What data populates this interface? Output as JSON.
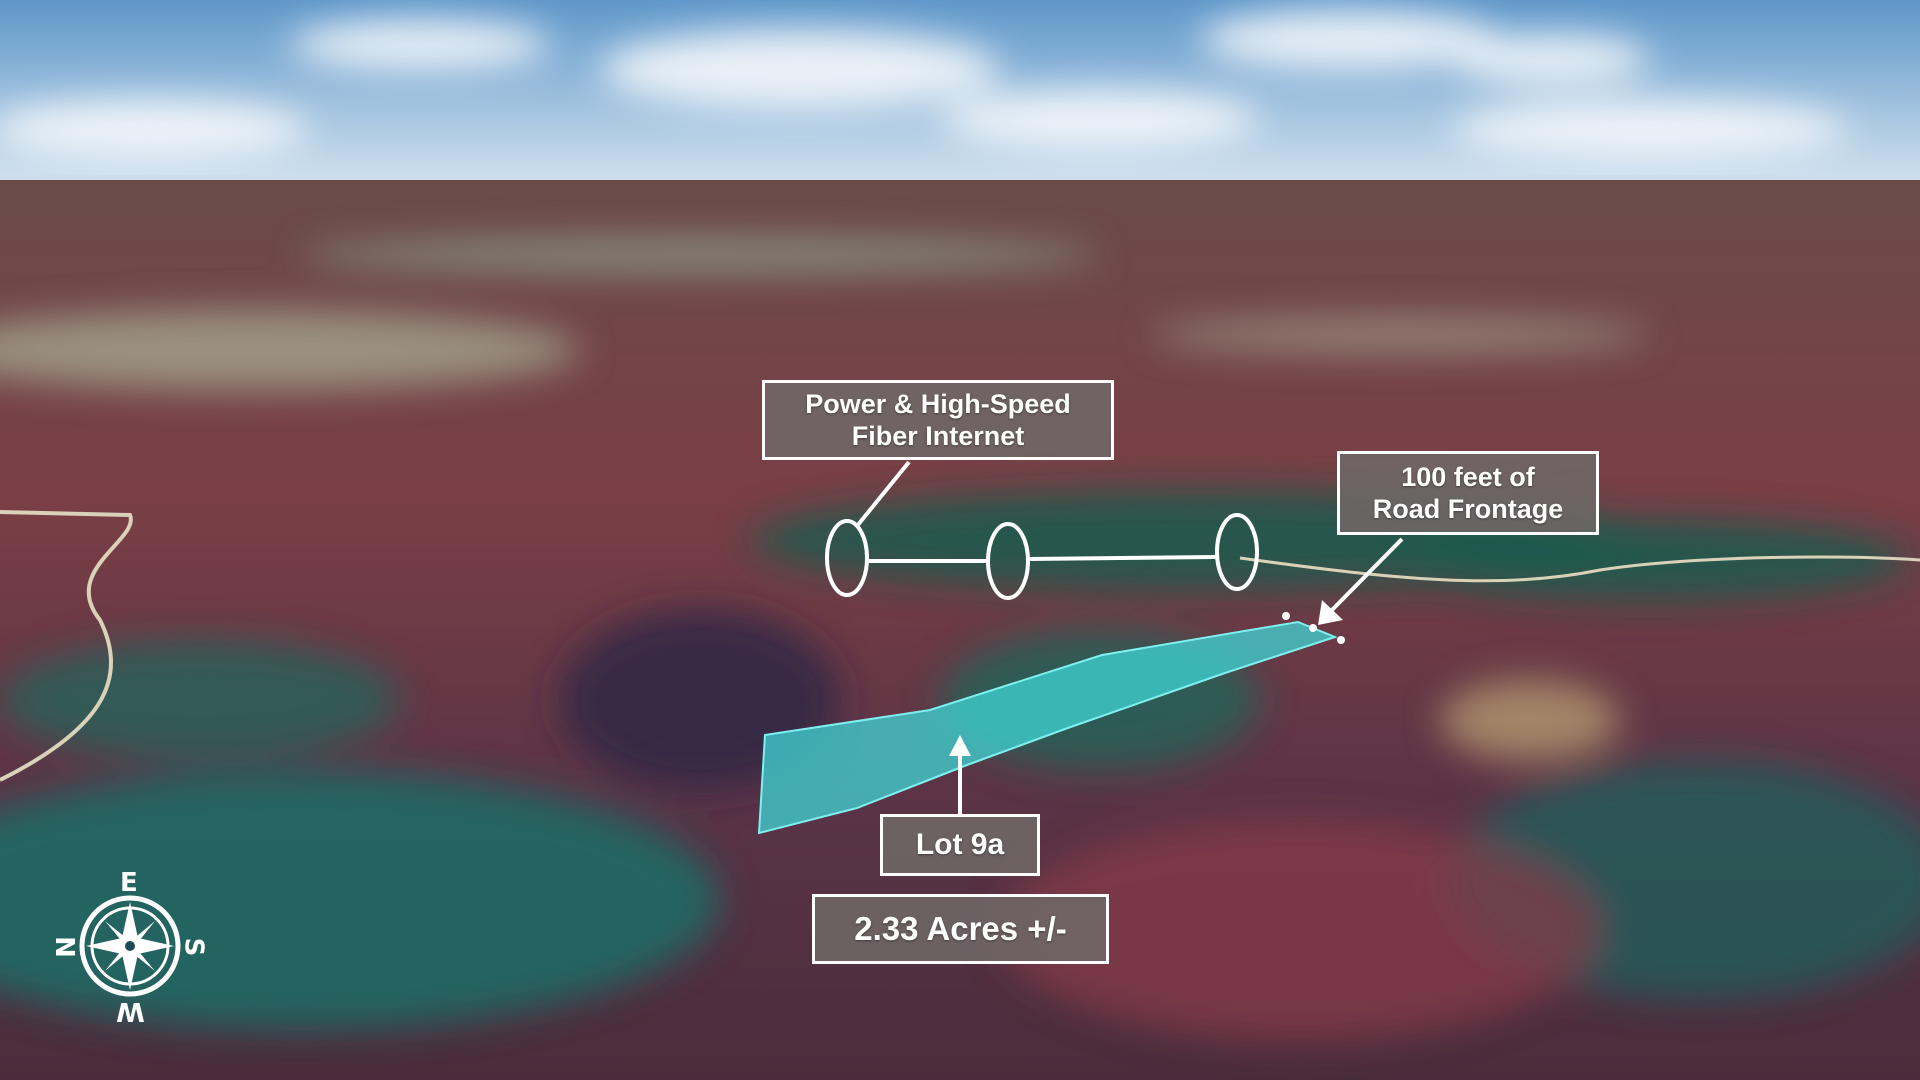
{
  "labels": {
    "utilities": {
      "line1": "Power & High-Speed",
      "line2": "Fiber Internet"
    },
    "road": {
      "line1": "100 feet of",
      "line2": "Road Frontage"
    },
    "lot": "Lot 9a",
    "acres": "2.33 Acres +/-"
  },
  "compass": {
    "top": "E",
    "left": "N",
    "right": "S",
    "bottom": "W"
  },
  "colors": {
    "parcel": "#3fd6d6",
    "label_bg": "#6e6868",
    "label_border": "#ffffff"
  }
}
